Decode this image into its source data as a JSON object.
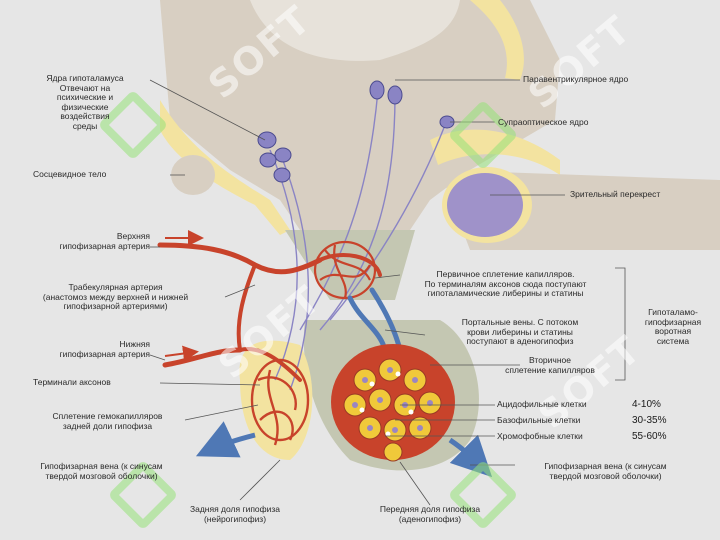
{
  "watermark": {
    "text": "SOFT",
    "color": "#8fd670"
  },
  "labels": {
    "hypothalamus_nuclei": [
      "Ядра гипоталамуса",
      "Отвечают на",
      "психические и",
      "физические",
      "воздействия",
      "среды"
    ],
    "paraventricular": "Паравентрикулярное ядро",
    "supraoptic": "Супраоптическое ядро",
    "mammillary": "Сосцевидное тело",
    "optic_chiasm": "Зрительный перекрест",
    "superior_artery": [
      "Верхняя",
      "гипофизарная артерия"
    ],
    "trabecular_artery": [
      "Трабекулярная артерия",
      "(анастомоз между верхней и нижней",
      "гипофизарной артериями)"
    ],
    "primary_plexus": [
      "Первичное сплетение капилляров.",
      "По терминалям аксонов сюда поступают",
      "гипоталамические либерины и статины"
    ],
    "portal_system": [
      "Гипоталамо-",
      "гипофизарная",
      "воротная",
      "система"
    ],
    "inferior_artery": [
      "Нижняя",
      "гипофизарная артерия"
    ],
    "portal_veins": [
      "Портальные вены. С потоком",
      "крови либерины и статины",
      "поступают в аденогипофиз"
    ],
    "secondary_plexus": [
      "Вторичное",
      "сплетение капилляров"
    ],
    "axon_terminals": "Терминали аксонов",
    "posterior_plexus": [
      "Сплетение гемокапилляров",
      "задней доли гипофиза"
    ],
    "acidophil": "Ацидофильные клетки",
    "basophil": "Базофильные клетки",
    "chromophobe": "Хромофобные клетки",
    "vein_left": [
      "Гипофизарная вена (к синусам",
      "твердой мозговой оболочки)"
    ],
    "vein_right": [
      "Гипофизарная вена (к синусам",
      "твердой мозговой оболочки)"
    ],
    "posterior_lobe": [
      "Задняя доля гипофиза",
      "(нейрогипофиз)"
    ],
    "anterior_lobe": [
      "Передняя доля гипофиза",
      "(аденогипофиз)"
    ]
  },
  "percentages": {
    "acidophil": "4-10%",
    "basophil": "30-35%",
    "chromophobe": "55-60%"
  },
  "colors": {
    "brain": "#d8cfc2",
    "yellow_layer": "#f3e3a0",
    "gray_tissue": "#c4c7b2",
    "vessel_red": "#c8432b",
    "vessel_blue": "#4f78b5",
    "chiasm_purple": "#9f92c9",
    "neuron_purple": "#8a84c4",
    "leader_line": "#555555"
  }
}
